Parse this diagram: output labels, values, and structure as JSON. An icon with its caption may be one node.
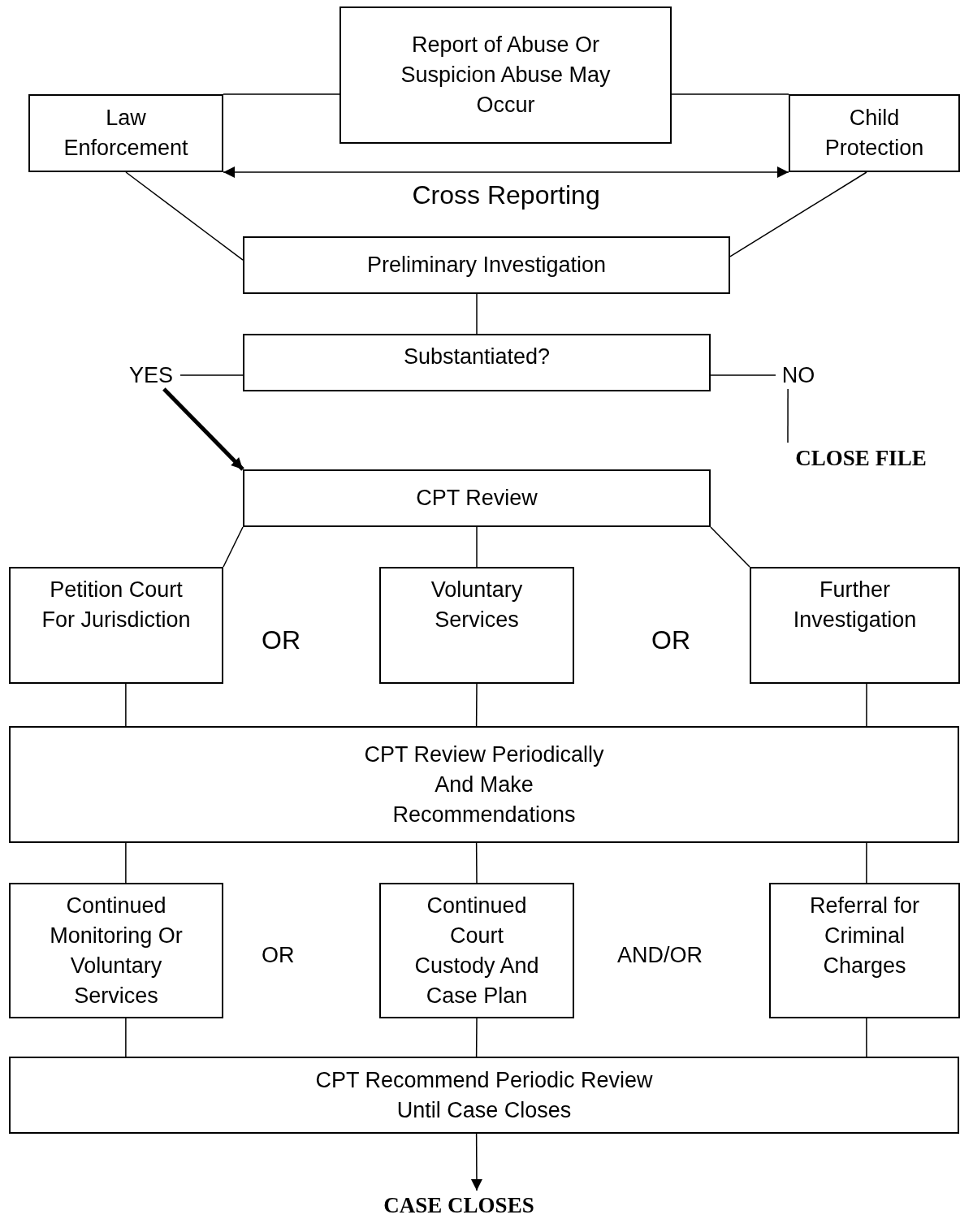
{
  "diagram": {
    "nodes": [
      {
        "text": [
          "Report of Abuse Or Suspicion Abuse May Occur"
        ]
      },
      {
        "text": [
          "Law Enforcement"
        ]
      },
      {
        "text": [
          "Child Protection"
        ]
      },
      {
        "text": [
          "Preliminary Investigation"
        ]
      },
      {
        "text": [
          "Substantiated?"
        ]
      },
      {
        "text": [
          "YES"
        ]
      },
      {
        "text": [
          "NO"
        ]
      },
      {
        "text": [
          "CLOSE FILE"
        ]
      },
      {
        "text": [
          "CPT Review"
        ]
      },
      {
        "text": [
          "Petition Court For Jurisdiction"
        ]
      },
      {
        "text": [
          "Voluntary Services"
        ]
      },
      {
        "text": [
          "Further Investigation"
        ]
      },
      {
        "text": [
          "CPT Review Periodically And Make Recommendations"
        ]
      },
      {
        "text": [
          "Continued Monitoring Or Voluntary Services"
        ]
      },
      {
        "text": [
          "Continued Court Custody And Case Plan"
        ]
      },
      {
        "text": [
          "Referral for Criminal Charges"
        ]
      },
      {
        "text": [
          "CPT Recommend Periodic Review Until Case Closes"
        ]
      },
      {
        "text": [
          "CASE CLOSES"
        ]
      }
    ],
    "edges": [
      {
        "from": 0,
        "to": 1,
        "arrow": "none"
      },
      {
        "from": 0,
        "to": 2,
        "arrow": "none"
      },
      {
        "from": 1,
        "to": 2,
        "arrow": "both",
        "label": "Cross Reporting"
      },
      {
        "from": 1,
        "to": 3,
        "arrow": "none"
      },
      {
        "from": 2,
        "to": 3,
        "arrow": "none"
      },
      {
        "from": 3,
        "to": 4,
        "arrow": "none"
      },
      {
        "from": 4,
        "to": 5,
        "arrow": "none"
      },
      {
        "from": 5,
        "to": 8,
        "arrow": "to",
        "style": "thick"
      },
      {
        "from": 4,
        "to": 6,
        "arrow": "none"
      },
      {
        "from": 6,
        "to": 7,
        "arrow": "none"
      },
      {
        "from": 8,
        "to": 9,
        "arrow": "none"
      },
      {
        "from": 8,
        "to": 10,
        "arrow": "none"
      },
      {
        "from": 8,
        "to": 11,
        "arrow": "none"
      },
      {
        "from": 9,
        "to": 12,
        "arrow": "none"
      },
      {
        "from": 10,
        "to": 12,
        "arrow": "none"
      },
      {
        "from": 11,
        "to": 12,
        "arrow": "none"
      },
      {
        "from": 12,
        "to": 13,
        "arrow": "none"
      },
      {
        "from": 12,
        "to": 14,
        "arrow": "none"
      },
      {
        "from": 12,
        "to": 15,
        "arrow": "none"
      },
      {
        "from": 13,
        "to": 16,
        "arrow": "none"
      },
      {
        "from": 14,
        "to": 16,
        "arrow": "none"
      },
      {
        "from": 15,
        "to": 16,
        "arrow": "none"
      },
      {
        "from": 16,
        "to": 17,
        "arrow": "to"
      }
    ],
    "labels": [
      "OR",
      "OR",
      "OR",
      "AND/OR"
    ]
  }
}
